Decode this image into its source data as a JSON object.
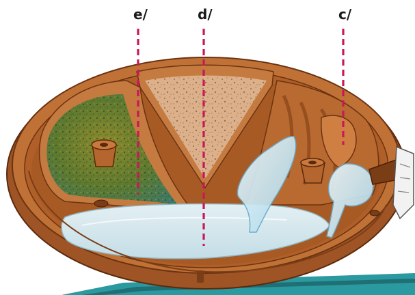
{
  "labels": {
    "e": "e/",
    "d": "d/",
    "c": "c/"
  },
  "colors": {
    "clay": "#b5652e",
    "clay_dark": "#7a3e16",
    "clay_light": "#cf8a55",
    "sand": "#d9ad86",
    "moss": "#6f7a2a",
    "water": "#cfe6ee",
    "water_glass": "#bfe0f0",
    "leader_line": "#c8185a",
    "teal_band": "#2a9aa0"
  },
  "icons": {
    "dispensing_nozzle": "nozzle-icon"
  }
}
